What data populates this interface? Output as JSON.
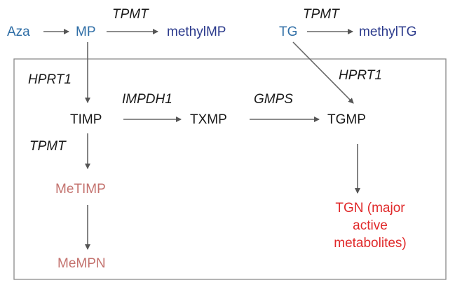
{
  "nodes": {
    "aza": "Aza",
    "mp": "MP",
    "methylimp": "methylMP",
    "tg": "TG",
    "methyltg": "methylTG",
    "timp": "TIMP",
    "txmp": "TXMP",
    "tgmp": "TGMP",
    "metimp": "MeTIMP",
    "mempn": "MeMPN",
    "tgn_line1": "TGN (major",
    "tgn_line2": "active",
    "tgn_line3": "metabolites)"
  },
  "enzymes": {
    "tpmt_mp": "TPMT",
    "tpmt_tg": "TPMT",
    "hprt1_mp": "HPRT1",
    "hprt1_tg": "HPRT1",
    "impdh1": "IMPDH1",
    "gmps": "GMPS",
    "tpmt_timp": "TPMT"
  },
  "colors": {
    "prodrug": "#2f6ea6",
    "methyl_product": "#2b3a8c",
    "intermediate": "#1a1a1a",
    "inactive_metabolite": "#c4736f",
    "active_metabolite": "#e0292a",
    "arrow": "#666666",
    "box": "#888888"
  }
}
